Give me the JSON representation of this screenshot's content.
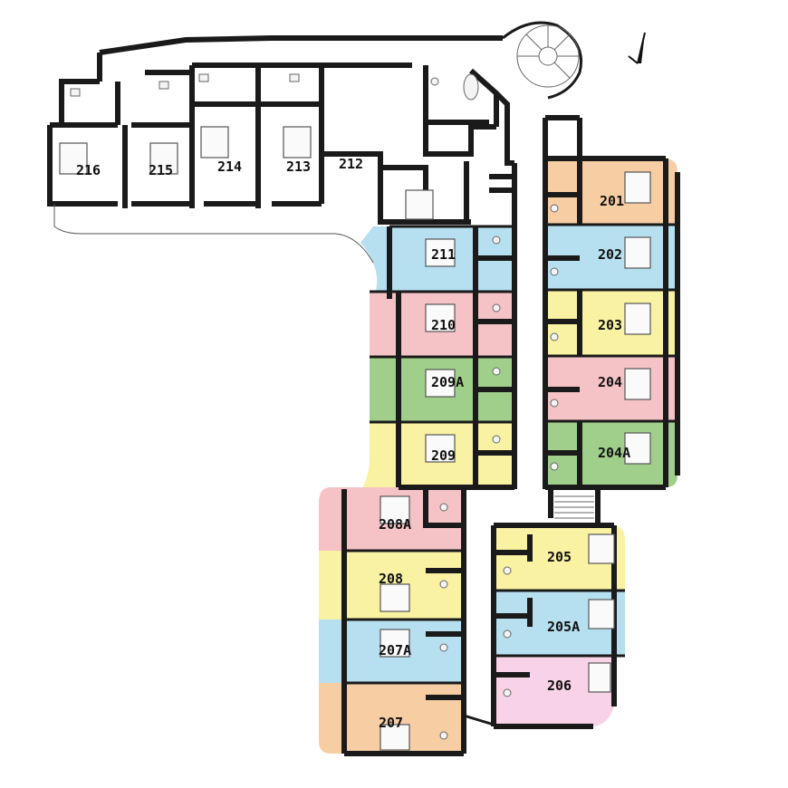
{
  "plan": {
    "colors": {
      "orange": "#f7cda3",
      "blue": "#b6dff0",
      "pink": "#f5c2c6",
      "yellow": "#f8f2a2",
      "green": "#9fcf8b",
      "light_pink": "#f8d2e6",
      "wall": "#1a1a1a"
    },
    "icons": [
      "north-arrow-icon",
      "spiral-stair-icon",
      "stair-icon",
      "bed-icon",
      "toilet-icon",
      "bathtub-icon",
      "sink-icon"
    ],
    "rooms": [
      {
        "label": "201",
        "color": "orange"
      },
      {
        "label": "202",
        "color": "blue"
      },
      {
        "label": "203",
        "color": "yellow"
      },
      {
        "label": "204",
        "color": "pink"
      },
      {
        "label": "204A",
        "color": "green"
      },
      {
        "label": "205",
        "color": "yellow"
      },
      {
        "label": "205A",
        "color": "blue"
      },
      {
        "label": "206",
        "color": "light_pink"
      },
      {
        "label": "207",
        "color": "orange"
      },
      {
        "label": "207A",
        "color": "blue"
      },
      {
        "label": "208",
        "color": "yellow"
      },
      {
        "label": "208A",
        "color": "pink"
      },
      {
        "label": "209",
        "color": "yellow"
      },
      {
        "label": "209A",
        "color": "green"
      },
      {
        "label": "210",
        "color": "pink"
      },
      {
        "label": "211",
        "color": "blue"
      },
      {
        "label": "212",
        "color": "none"
      },
      {
        "label": "213",
        "color": "none"
      },
      {
        "label": "214",
        "color": "none"
      },
      {
        "label": "215",
        "color": "none"
      },
      {
        "label": "216",
        "color": "none"
      }
    ]
  }
}
